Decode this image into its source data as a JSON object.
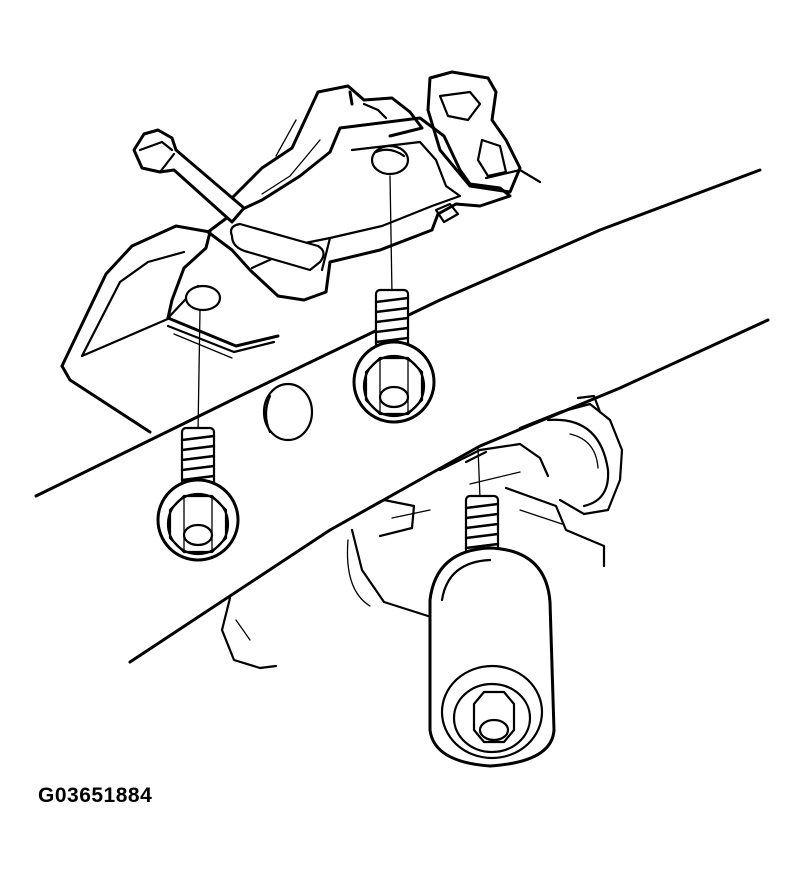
{
  "figure": {
    "code": "G03651884"
  },
  "parts": {
    "bolts": [
      {
        "name": "left-flange-bolt"
      },
      {
        "name": "center-flange-bolt"
      }
    ],
    "socket_tool": {
      "name": "socket-on-extension"
    }
  },
  "colors": {
    "line": "#000000",
    "background": "#ffffff"
  }
}
